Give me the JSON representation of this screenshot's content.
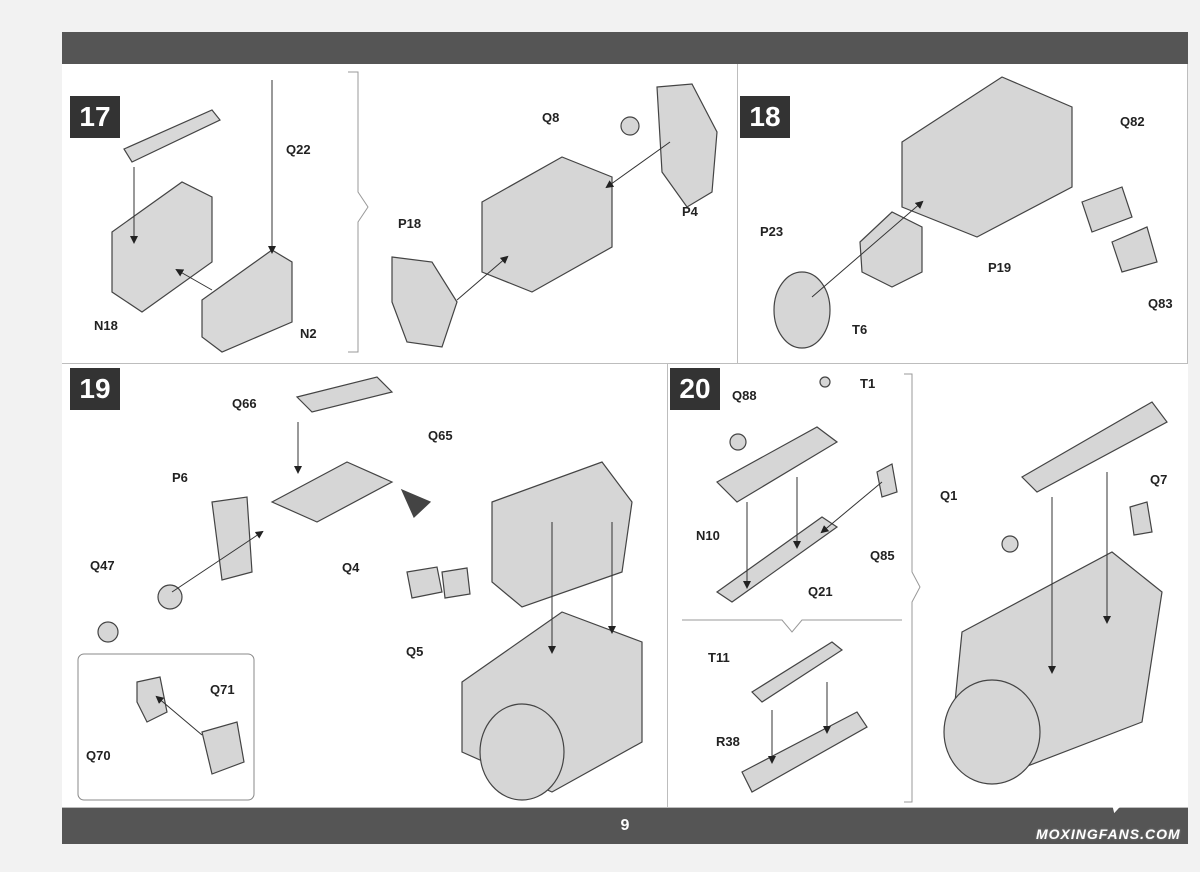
{
  "page": {
    "number": "9"
  },
  "steps": [
    {
      "id": "step-17",
      "number": "17",
      "labels": [
        "Q22",
        "N18",
        "N2",
        "P18",
        "Q8",
        "P4"
      ]
    },
    {
      "id": "step-18",
      "number": "18",
      "labels": [
        "Q82",
        "P23",
        "P19",
        "T6",
        "Q83"
      ]
    },
    {
      "id": "step-19",
      "number": "19",
      "labels": [
        "Q66",
        "Q65",
        "P6",
        "Q47",
        "Q4",
        "Q5",
        "Q71",
        "Q70"
      ]
    },
    {
      "id": "step-20",
      "number": "20",
      "labels": [
        "Q88",
        "T1",
        "N10",
        "Q85",
        "Q21",
        "T11",
        "R38",
        "Q1",
        "Q7"
      ]
    }
  ],
  "watermark": {
    "text": "MOXINGFANS.COM"
  }
}
